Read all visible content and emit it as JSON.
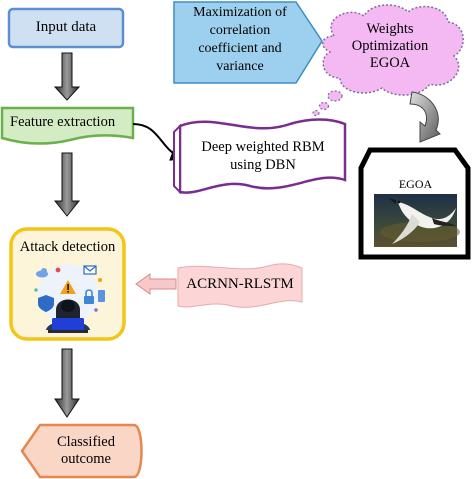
{
  "nodes": {
    "input": "Input data",
    "feature": "Feature extraction",
    "dbn": "Deep weighted RBM\nusing DBN",
    "maximization": "Maximization of\ncorrelation\ncoefficient and\nvariance",
    "weights": "Weights\nOptimization\nEGOA",
    "egoa": "EGOA",
    "attack": "Attack detection",
    "acrnn": "ACRNN-RLSTM",
    "classified": "Classified\noutcome"
  },
  "colors": {
    "input_fill": "#cfe0f3",
    "input_border": "#5b8fd0",
    "feature_fill": "#d4ecc3",
    "feature_border": "#6ab04c",
    "dbn_border": "#7b2d8e",
    "max_fill": "#9dd0ee",
    "max_border": "#3c8dc5",
    "cloud_fill": "#f4b9f2",
    "cloud_border": "#7e6c9c",
    "attack_fill": "#fdf5d9",
    "attack_border": "#f2c518",
    "acrnn_fill": "#fcd6d6",
    "arrow_pink": "#f6c8c8",
    "classified_fill": "#fad6c7",
    "classified_border": "#e6874f"
  },
  "icons": [
    "egoa-bird-photo",
    "hacker-laptop-icon",
    "warning-icon",
    "lock-icon",
    "email-icon",
    "mobile-icon",
    "shield-icon",
    "cloud-icon"
  ]
}
